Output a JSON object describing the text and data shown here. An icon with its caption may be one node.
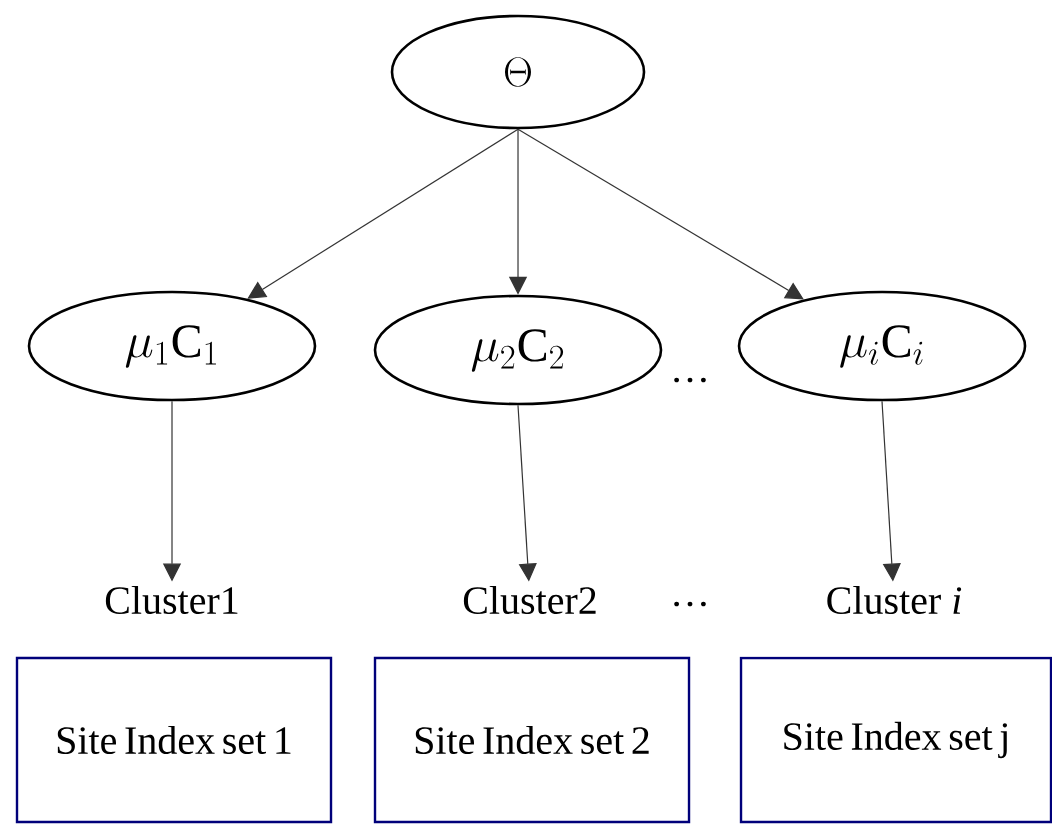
{
  "diagram": {
    "nodes": [
      {
        "text": [
          "\\Theta"
        ]
      },
      {
        "text": [
          "\\mu_1\\mathrm{C}_1"
        ]
      },
      {
        "text": [
          "\\mu_2\\mathrm{C}_2"
        ]
      },
      {
        "text": [
          "\\mu_i\\mathrm{C}_i"
        ]
      },
      {
        "text": [
          "Cluster1"
        ]
      },
      {
        "text": [
          "Cluster2"
        ]
      },
      {
        "text": [
          "Cluster *i*"
        ]
      },
      {
        "text": [
          "Site Index set 1"
        ]
      },
      {
        "text": [
          "Site Index set 2"
        ]
      },
      {
        "text": [
          "Site Index set j"
        ]
      }
    ],
    "edges": [
      {
        "from": 0,
        "to": 1,
        "arrow": "to"
      },
      {
        "from": 0,
        "to": 2,
        "arrow": "to"
      },
      {
        "from": 0,
        "to": 3,
        "arrow": "to"
      },
      {
        "from": 1,
        "to": 4,
        "arrow": "to"
      },
      {
        "from": 2,
        "to": 5,
        "arrow": "to"
      },
      {
        "from": 3,
        "to": 6,
        "arrow": "to"
      }
    ],
    "labels": [
      "…",
      "…"
    ]
  }
}
